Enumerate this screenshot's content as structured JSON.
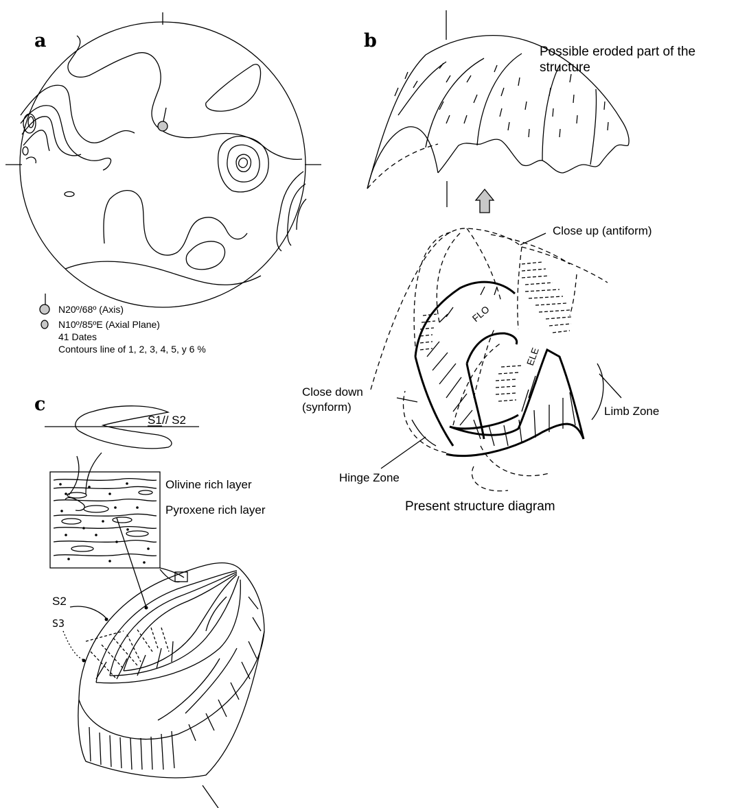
{
  "panels": {
    "a": {
      "letter": "a",
      "legend": {
        "axis": "N20º/68º (Axis)",
        "axial_plane": "N10º/85ºE (Axial Plane)",
        "count": "41 Dates",
        "contours": "Contours line of 1, 2, 3, 4, 5, y 6 %"
      }
    },
    "b": {
      "letter": "b",
      "eroded_label_line1": "Possible eroded part of the",
      "eroded_label_line2": "structure",
      "close_up": "Close up (antiform)",
      "close_down_line1": "Close down",
      "close_down_line2": "(synform)",
      "limb_zone": "Limb Zone",
      "hinge_zone": "Hinge Zone",
      "flo": "FLO",
      "ele": "ELE",
      "caption": "Present structure diagram"
    },
    "c": {
      "letter": "c",
      "s1s2_a": "S1",
      "s1s2_b": " // S2",
      "olivine": "Olivine rich layer",
      "pyroxene": "Pyroxene rich layer",
      "s2": "S2",
      "s3": "S3"
    }
  }
}
